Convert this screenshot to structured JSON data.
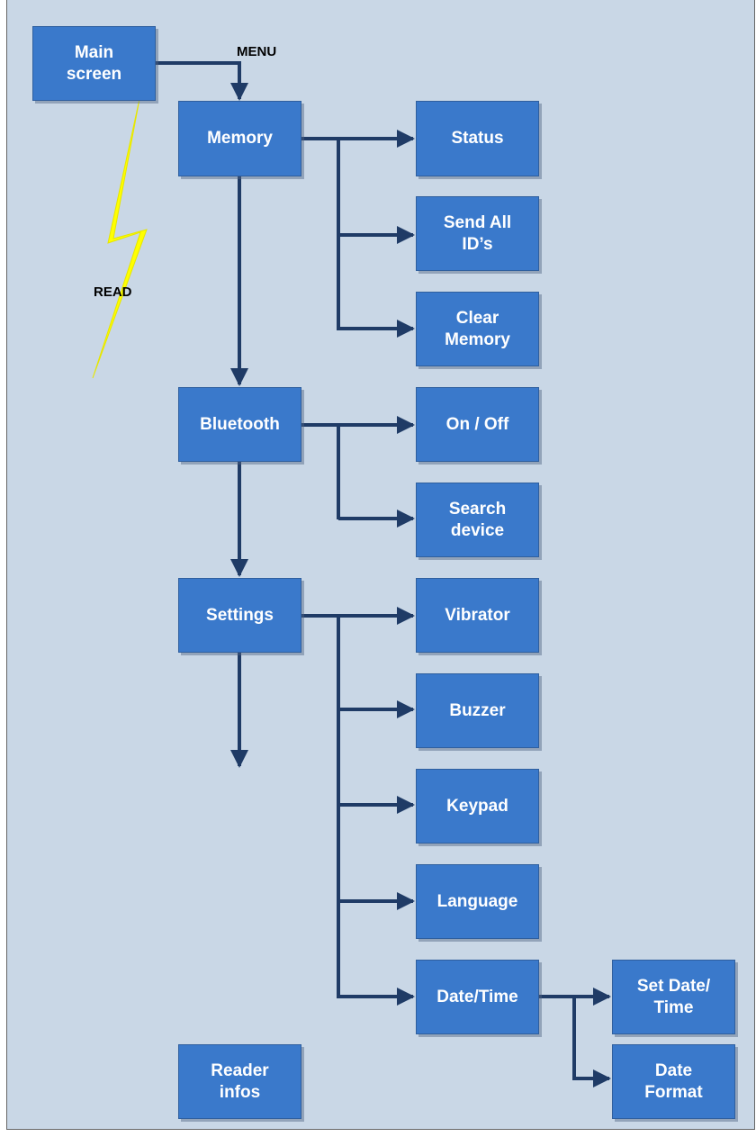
{
  "labels": {
    "menu": "MENU",
    "read": "READ"
  },
  "nodes": {
    "main_screen": "Main\nscreen",
    "memory": "Memory",
    "status": "Status",
    "send_all_ids": "Send All\nID’s",
    "clear_memory": "Clear\nMemory",
    "bluetooth": "Bluetooth",
    "on_off": "On / Off",
    "search_device": "Search\ndevice",
    "settings": "Settings",
    "vibrator": "Vibrator",
    "buzzer": "Buzzer",
    "keypad": "Keypad",
    "language": "Language",
    "date_time": "Date/Time",
    "set_date_time": "Set Date/\nTime",
    "date_format": "Date\nFormat",
    "reader_infos": "Reader\ninfos"
  },
  "colors": {
    "node_fill": "#3a79cb",
    "connector": "#1f3b66",
    "background": "#c9d7e6",
    "lightning": "#ffff00"
  }
}
